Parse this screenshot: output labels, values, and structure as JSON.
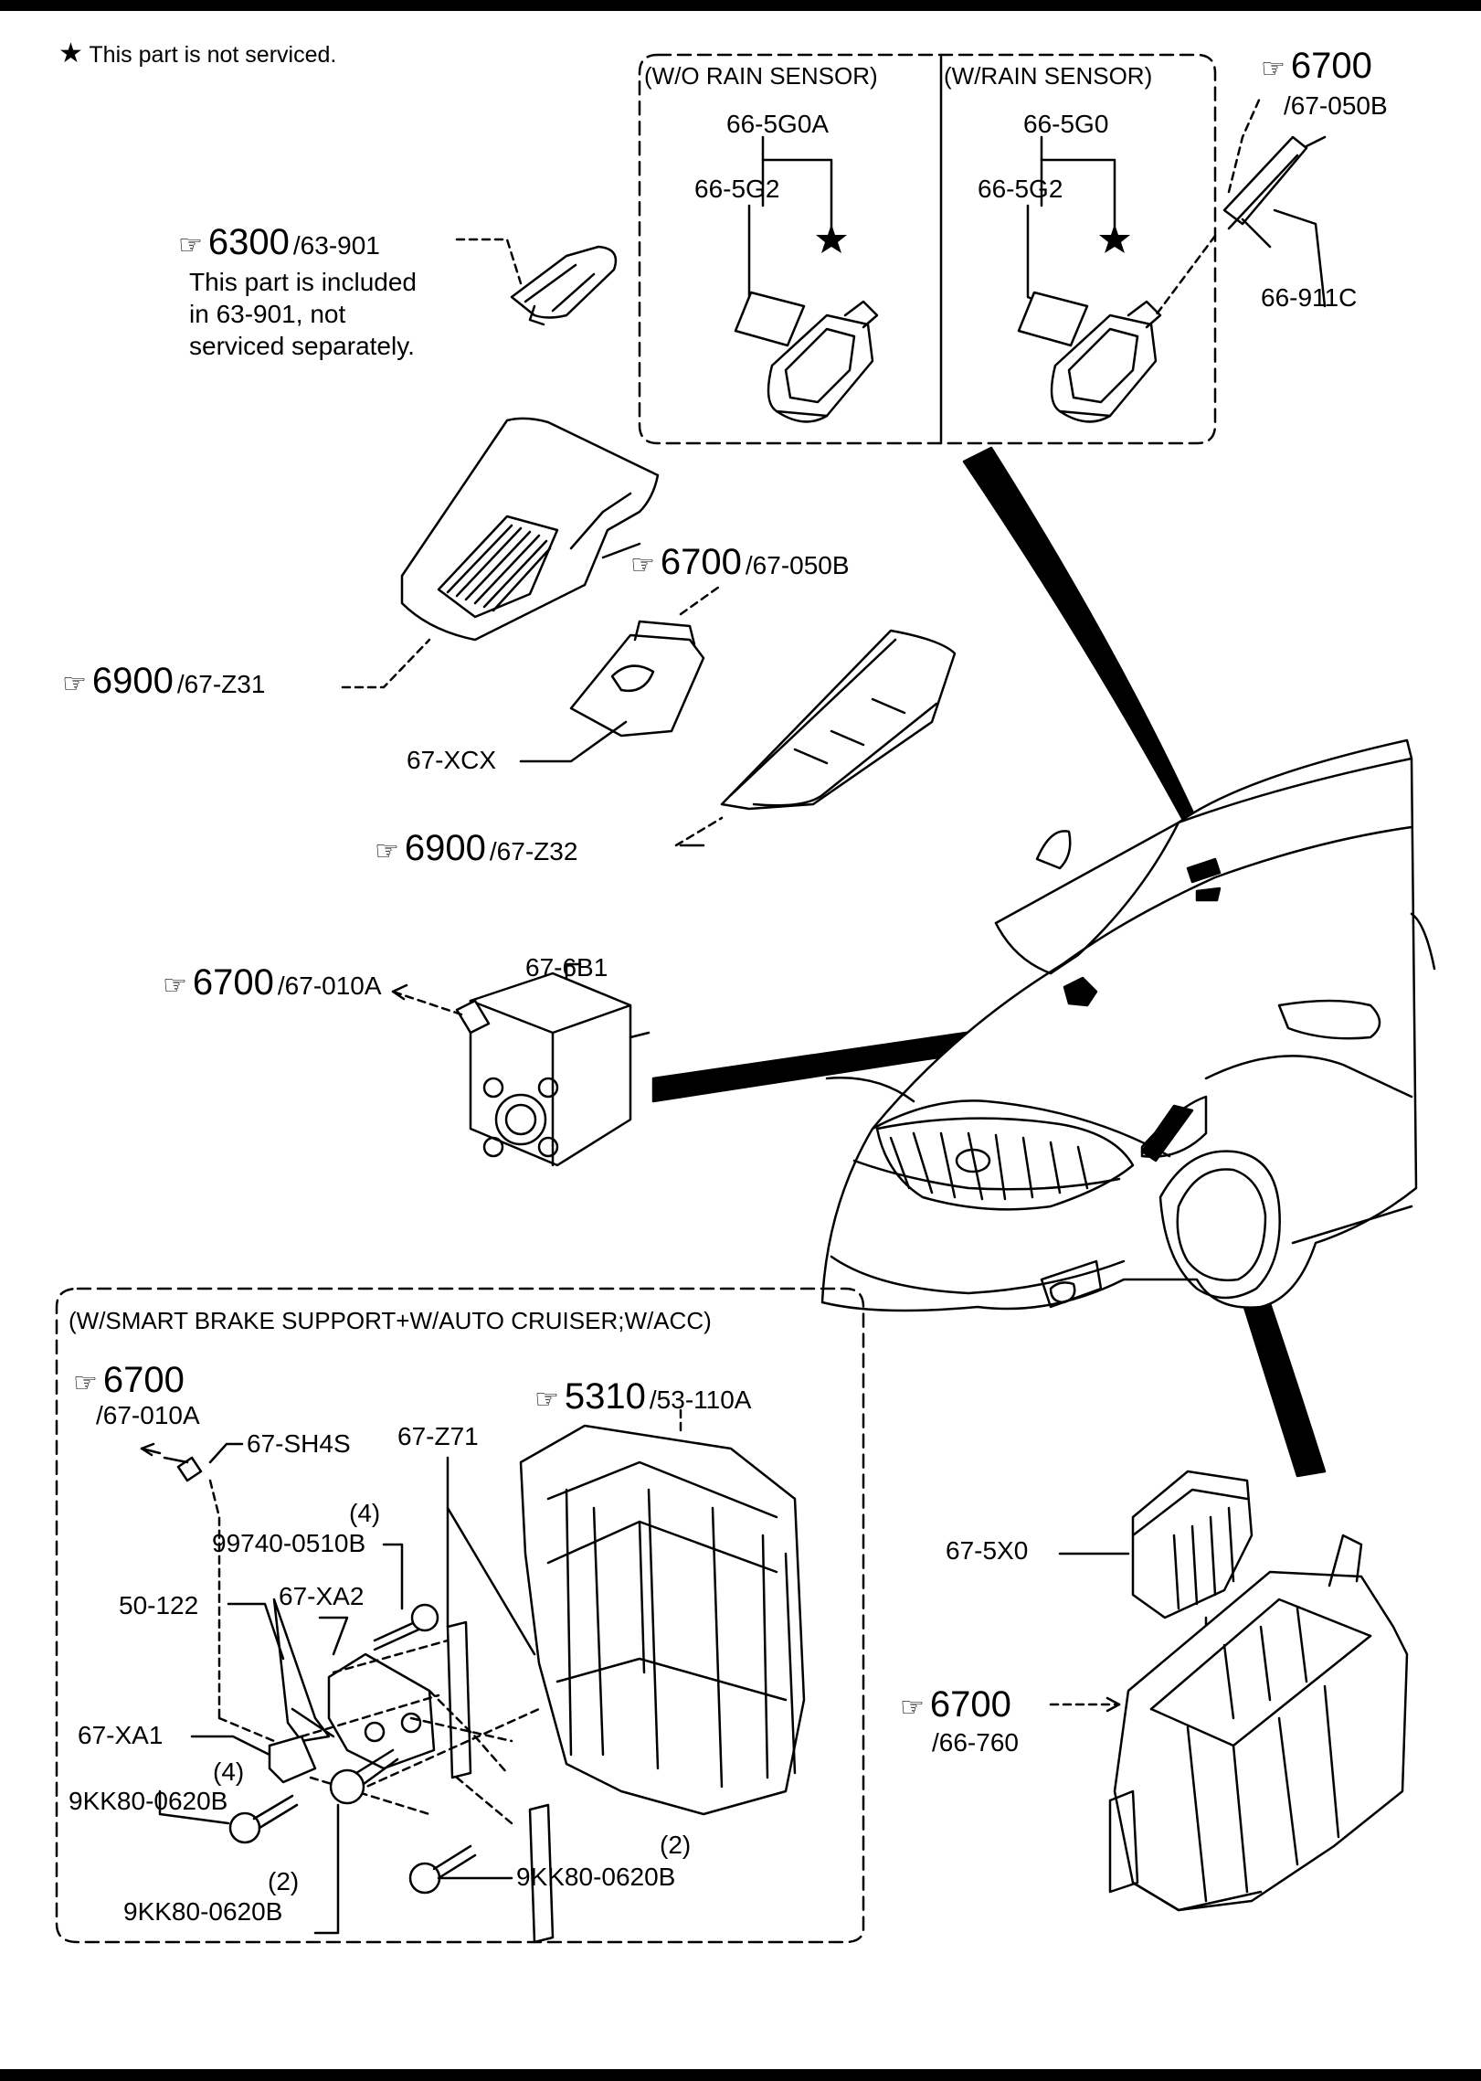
{
  "note": {
    "star": "★",
    "text": "This part is not serviced."
  },
  "sections": {
    "wo_rain": "(W/O RAIN SENSOR)",
    "w_rain": "(W/RAIN SENSOR)",
    "smart_brake": "(W/SMART BRAKE SUPPORT+W/AUTO CRUISER;W/ACC)"
  },
  "refs": {
    "r6700_top": {
      "num": "6700",
      "sub": "/67-050B"
    },
    "r6300": {
      "num": "6300",
      "sub": "/63-901"
    },
    "r6700_mid": {
      "num": "6700",
      "sub": "/67-050B"
    },
    "r6900_a": {
      "num": "6900",
      "sub": "/67-Z31"
    },
    "r6900_b": {
      "num": "6900",
      "sub": "/67-Z32"
    },
    "r6700_radar": {
      "num": "6700",
      "sub": "/67-010A"
    },
    "r6700_box": {
      "num": "6700",
      "sub": "/67-010A"
    },
    "r5310": {
      "num": "5310",
      "sub": "/53-110A"
    },
    "r6700_fuse": {
      "num": "6700",
      "sub": "/66-760"
    }
  },
  "included_note": [
    "This part is included",
    "in  63-901, not",
    "serviced separately."
  ],
  "parts": {
    "p66_5G0A": "66-5G0A",
    "p66_5G2_a": "66-5G2",
    "p66_5G0": "66-5G0",
    "p66_5G2_b": "66-5G2",
    "p66_911C": "66-911C",
    "p67_XCX": "67-XCX",
    "p67_6B1": "67-6B1",
    "p67_SH4S": "67-SH4S",
    "p67_Z71": "67-Z71",
    "q4_a": "(4)",
    "p99740": "99740-0510B",
    "p67_XA2": "67-XA2",
    "p50_122": "50-122",
    "p67_XA1": "67-XA1",
    "q4_b": "(4)",
    "p9KK_a": "9KK80-0620B",
    "q2_a": "(2)",
    "p9KK_b": "9KK80-0620B",
    "q2_b": "(2)",
    "p9KK_c": "9KK80-0620B",
    "p67_5X0": "67-5X0"
  }
}
